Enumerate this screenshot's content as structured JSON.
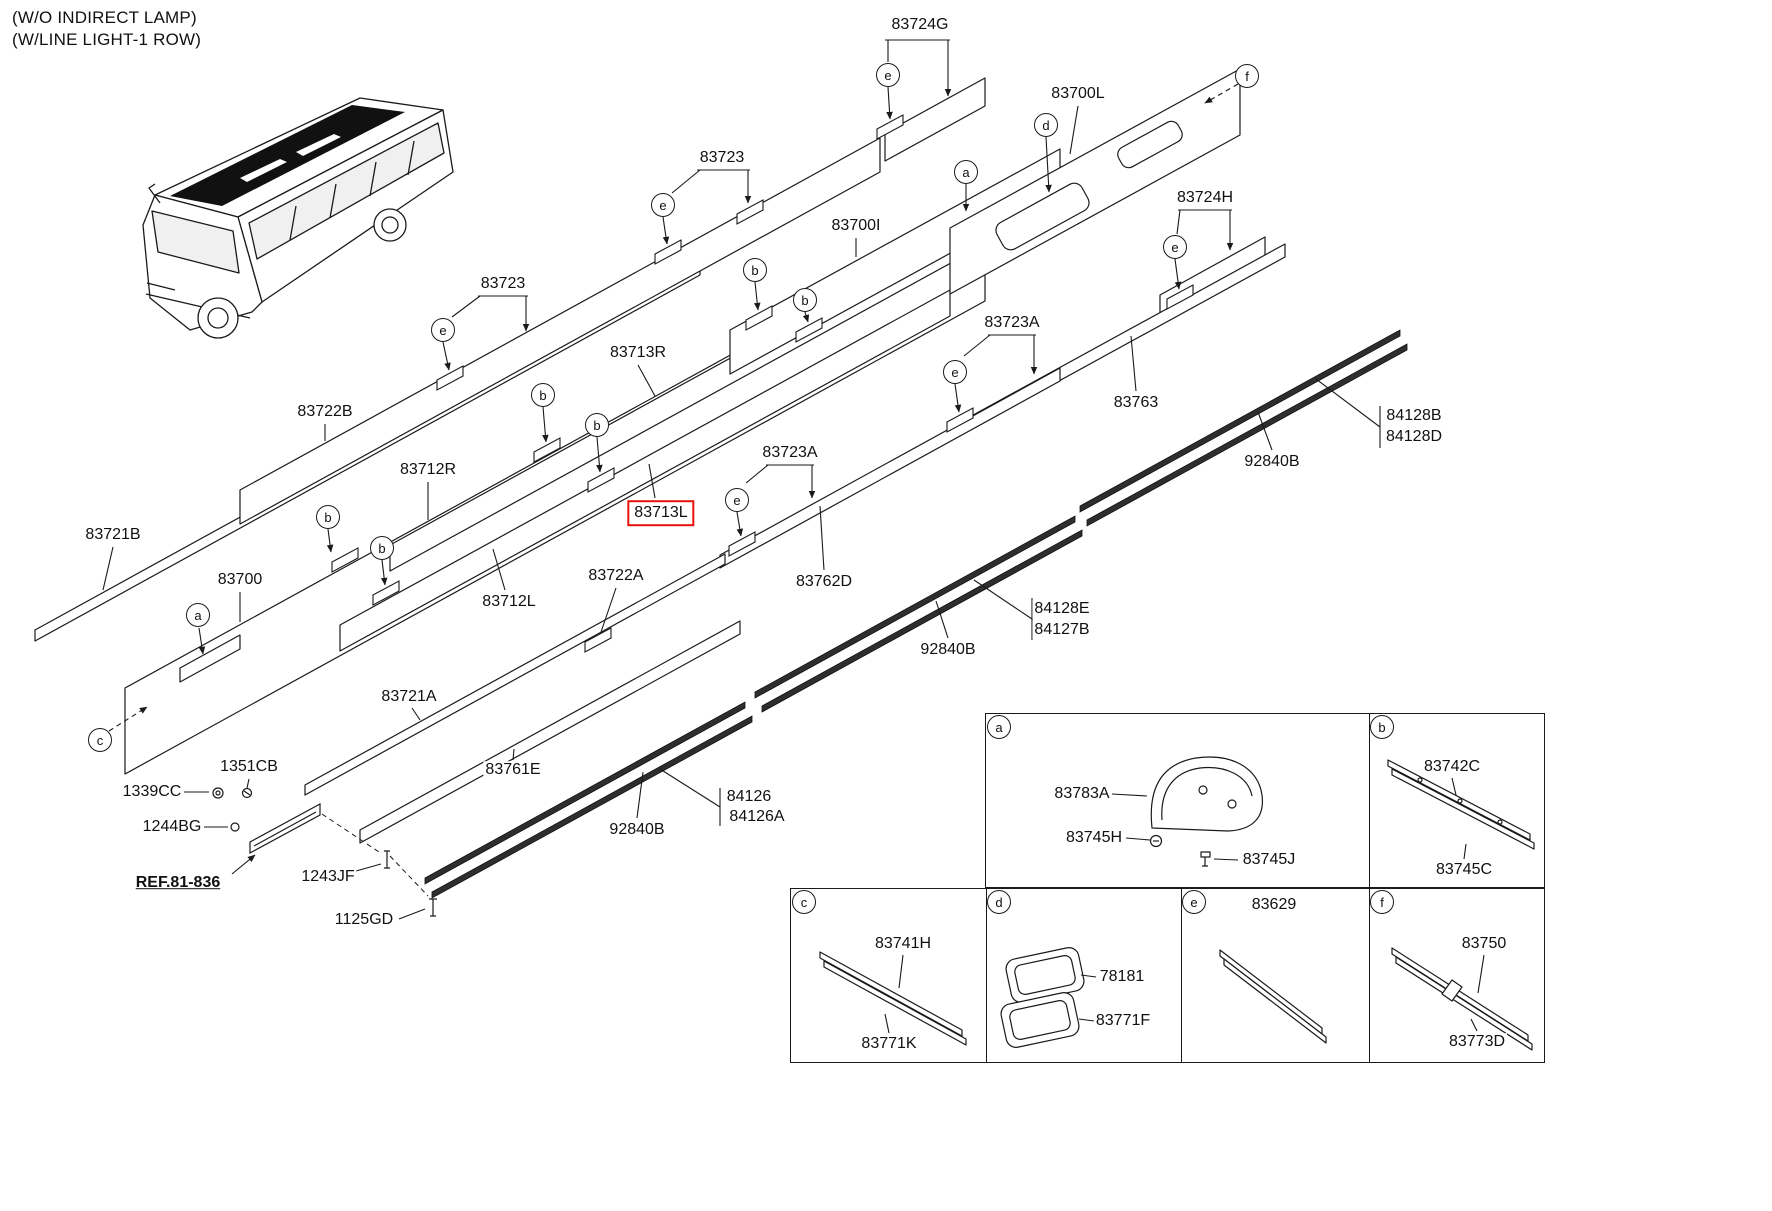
{
  "colors": {
    "highlight": "#e8120c"
  },
  "notes": [
    "(W/O INDIRECT LAMP)",
    "(W/LINE LIGHT-1 ROW)"
  ],
  "labels": [
    {
      "text": "83724G"
    },
    {
      "text": "83700L"
    },
    {
      "text": "83723"
    },
    {
      "text": "83700I"
    },
    {
      "text": "83724H"
    },
    {
      "text": "83723"
    },
    {
      "text": "83723A"
    },
    {
      "text": "83713R"
    },
    {
      "text": "83763"
    },
    {
      "text": "84128B"
    },
    {
      "text": "84128D"
    },
    {
      "text": "83722B"
    },
    {
      "text": "92840B"
    },
    {
      "text": "83712R"
    },
    {
      "text": "83723A"
    },
    {
      "text": "83721B"
    },
    {
      "text": "83713L",
      "highlight": true
    },
    {
      "text": "83700"
    },
    {
      "text": "83722A"
    },
    {
      "text": "83762D"
    },
    {
      "text": "84128E"
    },
    {
      "text": "84127B"
    },
    {
      "text": "83712L"
    },
    {
      "text": "92840B"
    },
    {
      "text": "83721A"
    },
    {
      "text": "1351CB"
    },
    {
      "text": "1339CC"
    },
    {
      "text": "83761E"
    },
    {
      "text": "1244BG"
    },
    {
      "text": "84126"
    },
    {
      "text": "84126A"
    },
    {
      "text": "92840B"
    },
    {
      "text": "REF.81-836"
    },
    {
      "text": "1243JF"
    },
    {
      "text": "1125GD"
    }
  ],
  "callouts": [
    {
      "letter": "e"
    },
    {
      "letter": "f"
    },
    {
      "letter": "d"
    },
    {
      "letter": "a"
    },
    {
      "letter": "e"
    },
    {
      "letter": "e"
    },
    {
      "letter": "b"
    },
    {
      "letter": "b"
    },
    {
      "letter": "e"
    },
    {
      "letter": "e"
    },
    {
      "letter": "b"
    },
    {
      "letter": "b"
    },
    {
      "letter": "e"
    },
    {
      "letter": "b"
    },
    {
      "letter": "b"
    },
    {
      "letter": "a"
    },
    {
      "letter": "c"
    }
  ],
  "table": {
    "top_cells": [
      {
        "letter": "a",
        "parts": [
          "83783A",
          "83745H",
          "83745J"
        ]
      },
      {
        "letter": "b",
        "parts": [
          "83742C",
          "83745C"
        ]
      }
    ],
    "bottom_cells": [
      {
        "letter": "c",
        "parts": [
          "83741H",
          "83771K"
        ]
      },
      {
        "letter": "d",
        "parts": [
          "78181",
          "83771F"
        ]
      },
      {
        "letter": "e",
        "header": "83629",
        "parts": []
      },
      {
        "letter": "f",
        "parts": [
          "83750",
          "83773D"
        ]
      }
    ]
  }
}
